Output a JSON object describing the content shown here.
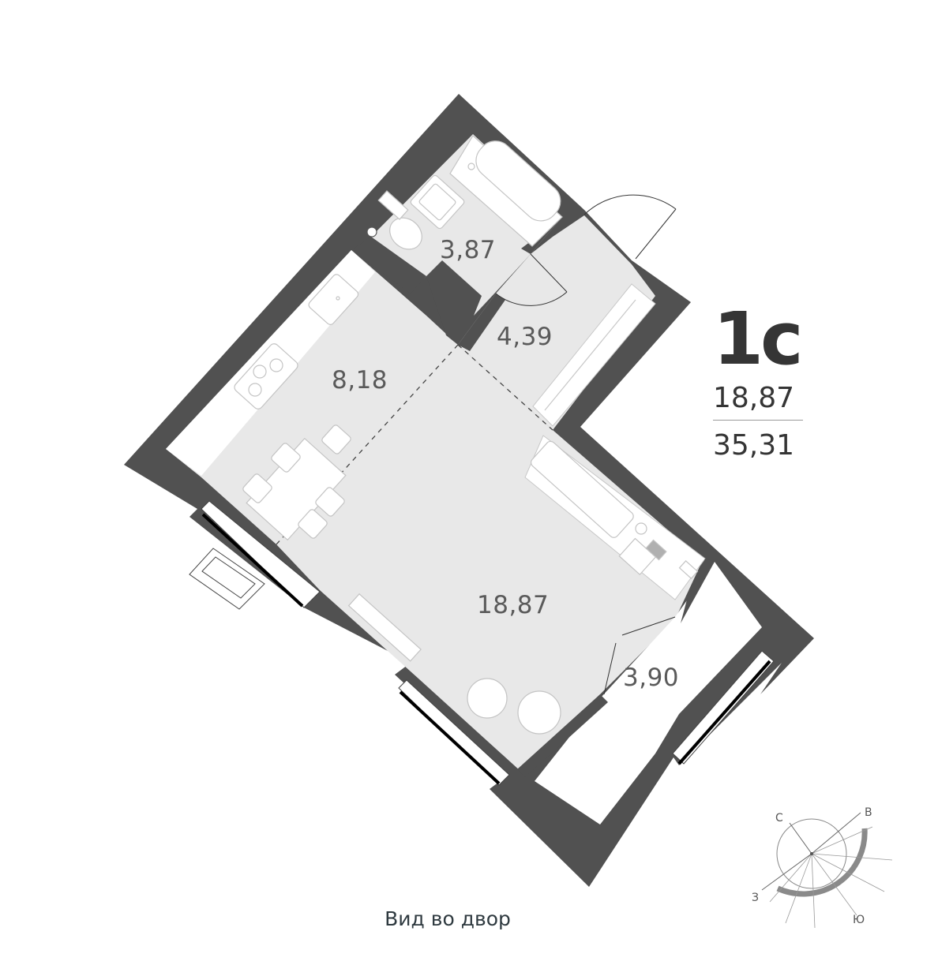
{
  "plan": {
    "flat_type": "1с",
    "living_area": "18,87",
    "total_area": "35,31",
    "view_caption": "Вид во двор",
    "rooms": [
      {
        "id": "bathroom",
        "area": "3,87"
      },
      {
        "id": "hallway",
        "area": "4,39"
      },
      {
        "id": "kitchen",
        "area": "8,18"
      },
      {
        "id": "living-room",
        "area": "18,87"
      },
      {
        "id": "balcony",
        "area": "3,90"
      }
    ],
    "colors": {
      "wall": "#515151",
      "floor": "#e8e8e8",
      "text": "#353535",
      "room_label": "#5a5a5a",
      "compass_arc": "#8a8a8a"
    }
  },
  "compass": {
    "north": "С",
    "east": "В",
    "south": "Ю",
    "west": "З"
  }
}
